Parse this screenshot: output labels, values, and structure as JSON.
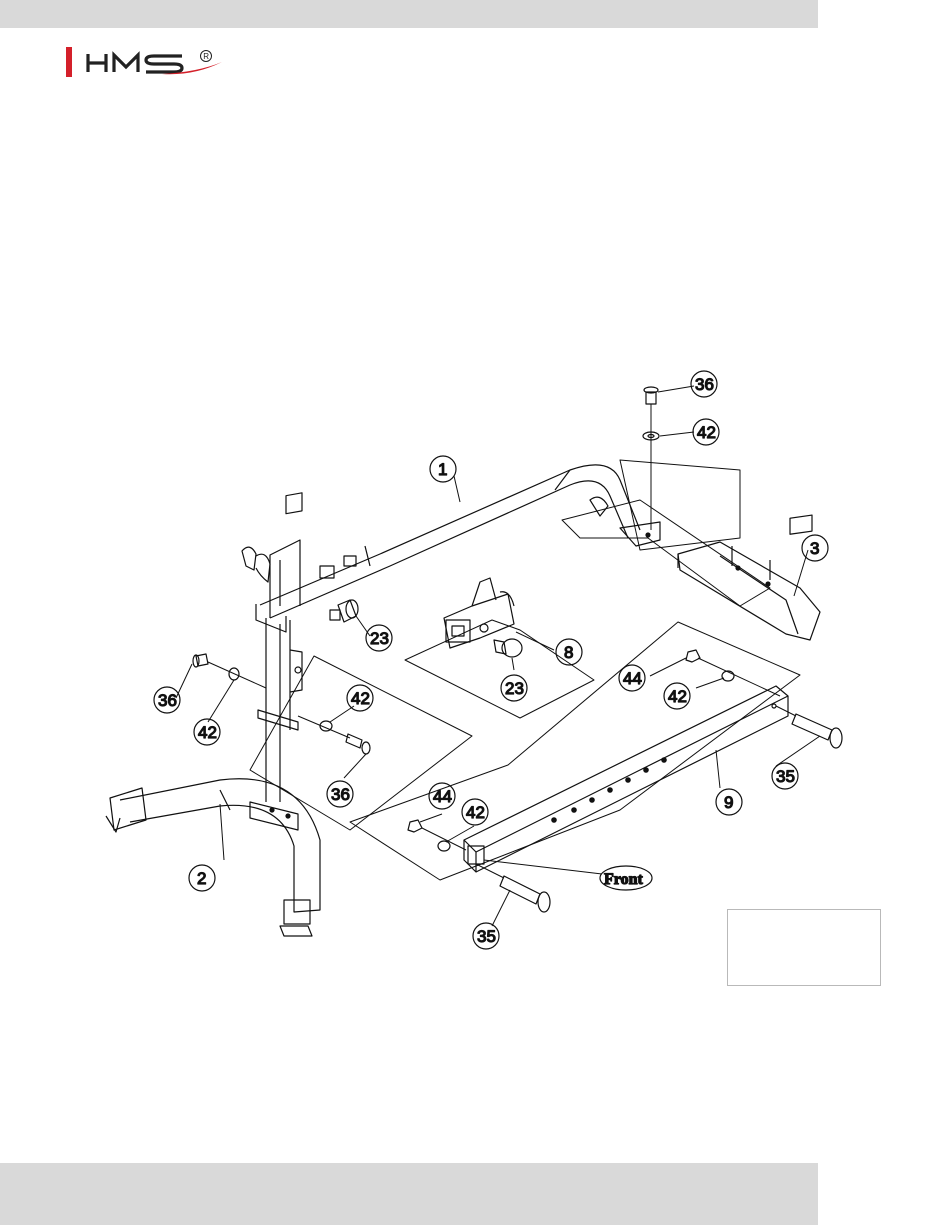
{
  "brand": {
    "name": "HMS",
    "registered_mark": "R",
    "accent_color": "#d4202a"
  },
  "diagram": {
    "front_label": "Front",
    "callouts": [
      "1",
      "2",
      "3",
      "8",
      "9",
      "23",
      "23",
      "35",
      "35",
      "36",
      "36",
      "36",
      "42",
      "42",
      "42",
      "42",
      "42",
      "44",
      "44"
    ]
  },
  "colors": {
    "header_bar": "#d9d9d9",
    "footer_bar": "#d9d9d9",
    "line": "#111111"
  }
}
